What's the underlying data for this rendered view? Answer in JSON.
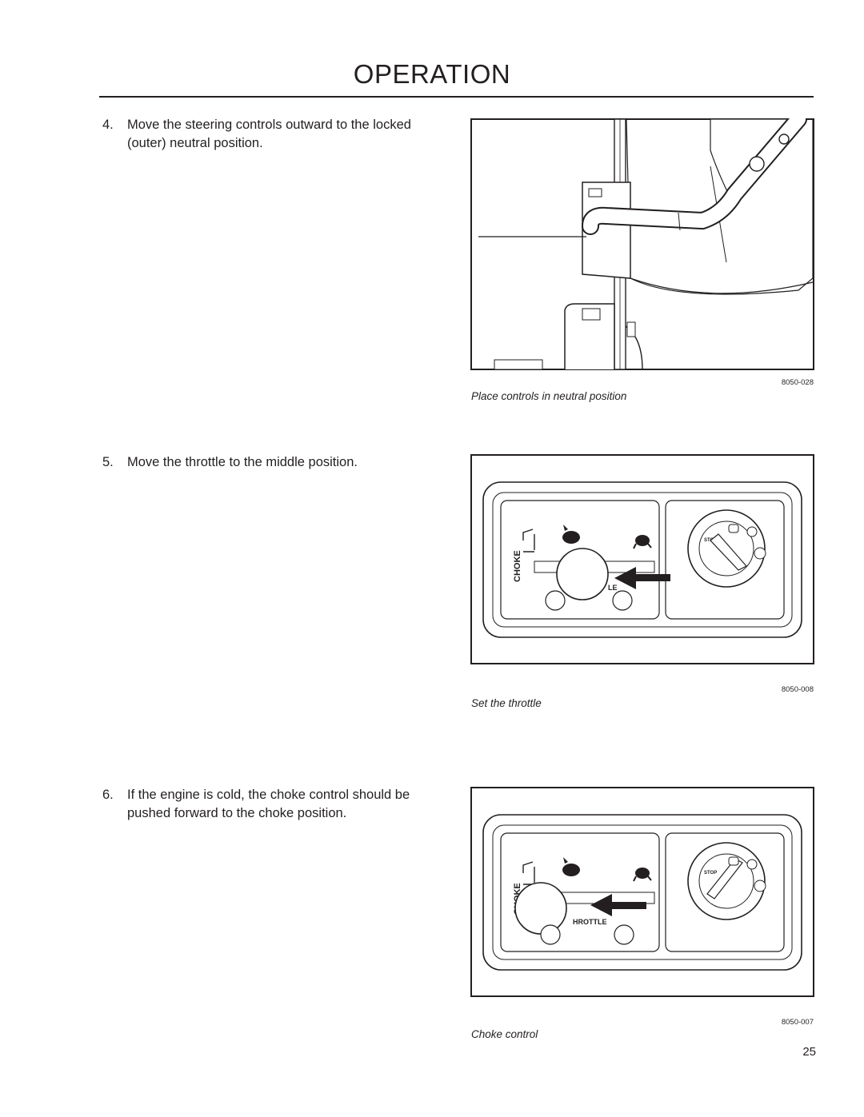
{
  "header": {
    "title": "OPERATION"
  },
  "steps": [
    {
      "number": "4.",
      "text": "Move the steering controls outward to the locked (outer) neutral position."
    },
    {
      "number": "5.",
      "text": "Move the throttle to the middle position."
    },
    {
      "number": "6.",
      "text": "If the engine is cold, the choke control should be pushed forward to the choke position."
    }
  ],
  "figures": [
    {
      "code": "8050-028",
      "caption": "Place controls in neutral position"
    },
    {
      "code": "8050-008",
      "caption": "Set the throttle",
      "panel": {
        "choke": "CHOKE",
        "throttle_fragment": "LE",
        "stop": "STOP"
      }
    },
    {
      "code": "8050-007",
      "caption": "Choke control",
      "panel": {
        "choke": "CHOKE",
        "throttle_fragment": "HROTTLE",
        "stop": "STOP"
      }
    }
  ],
  "page_number": "25"
}
